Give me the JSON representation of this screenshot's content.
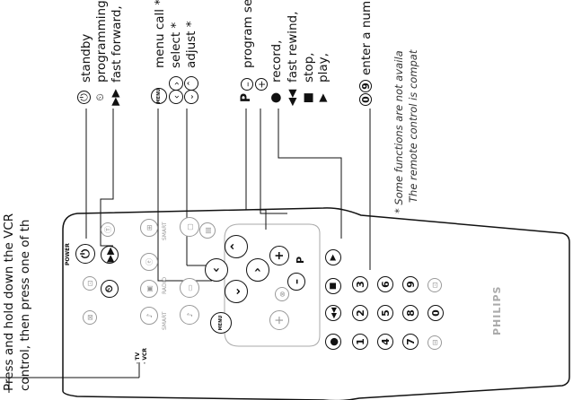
{
  "intro": {
    "line1": "Press and hold down the VCR",
    "line2": "control, then press one of th"
  },
  "functions": {
    "standby": "standby",
    "programming": "programming*,",
    "fast_forward": "fast forward,",
    "menu_call": "menu call *",
    "select": "select *",
    "adjust": "adjust *",
    "program_selection": "program selection,",
    "record": "record,",
    "fast_rewind": "fast rewind,",
    "stop": "stop,",
    "play": "play,",
    "enter_number": "enter a number"
  },
  "footnote": {
    "line1": "* Some functions are not availa",
    "line2": "The remote control is compat"
  },
  "remote": {
    "brand": "PHILIPS",
    "power_label": "POWER",
    "menu_label": "MENU",
    "smart_label": "SMART",
    "radio_label": "RADIO",
    "tv_label": "· TV",
    "vcr_label": "· VCR",
    "p_label": "P",
    "digits": [
      "1",
      "2",
      "3",
      "4",
      "5",
      "6",
      "7",
      "8",
      "9",
      "0"
    ]
  },
  "icons": {
    "program_p": "P",
    "minus": "–",
    "plus": "+",
    "digit_zero": "0",
    "digit_nine": "9",
    "menu": "MENU"
  }
}
